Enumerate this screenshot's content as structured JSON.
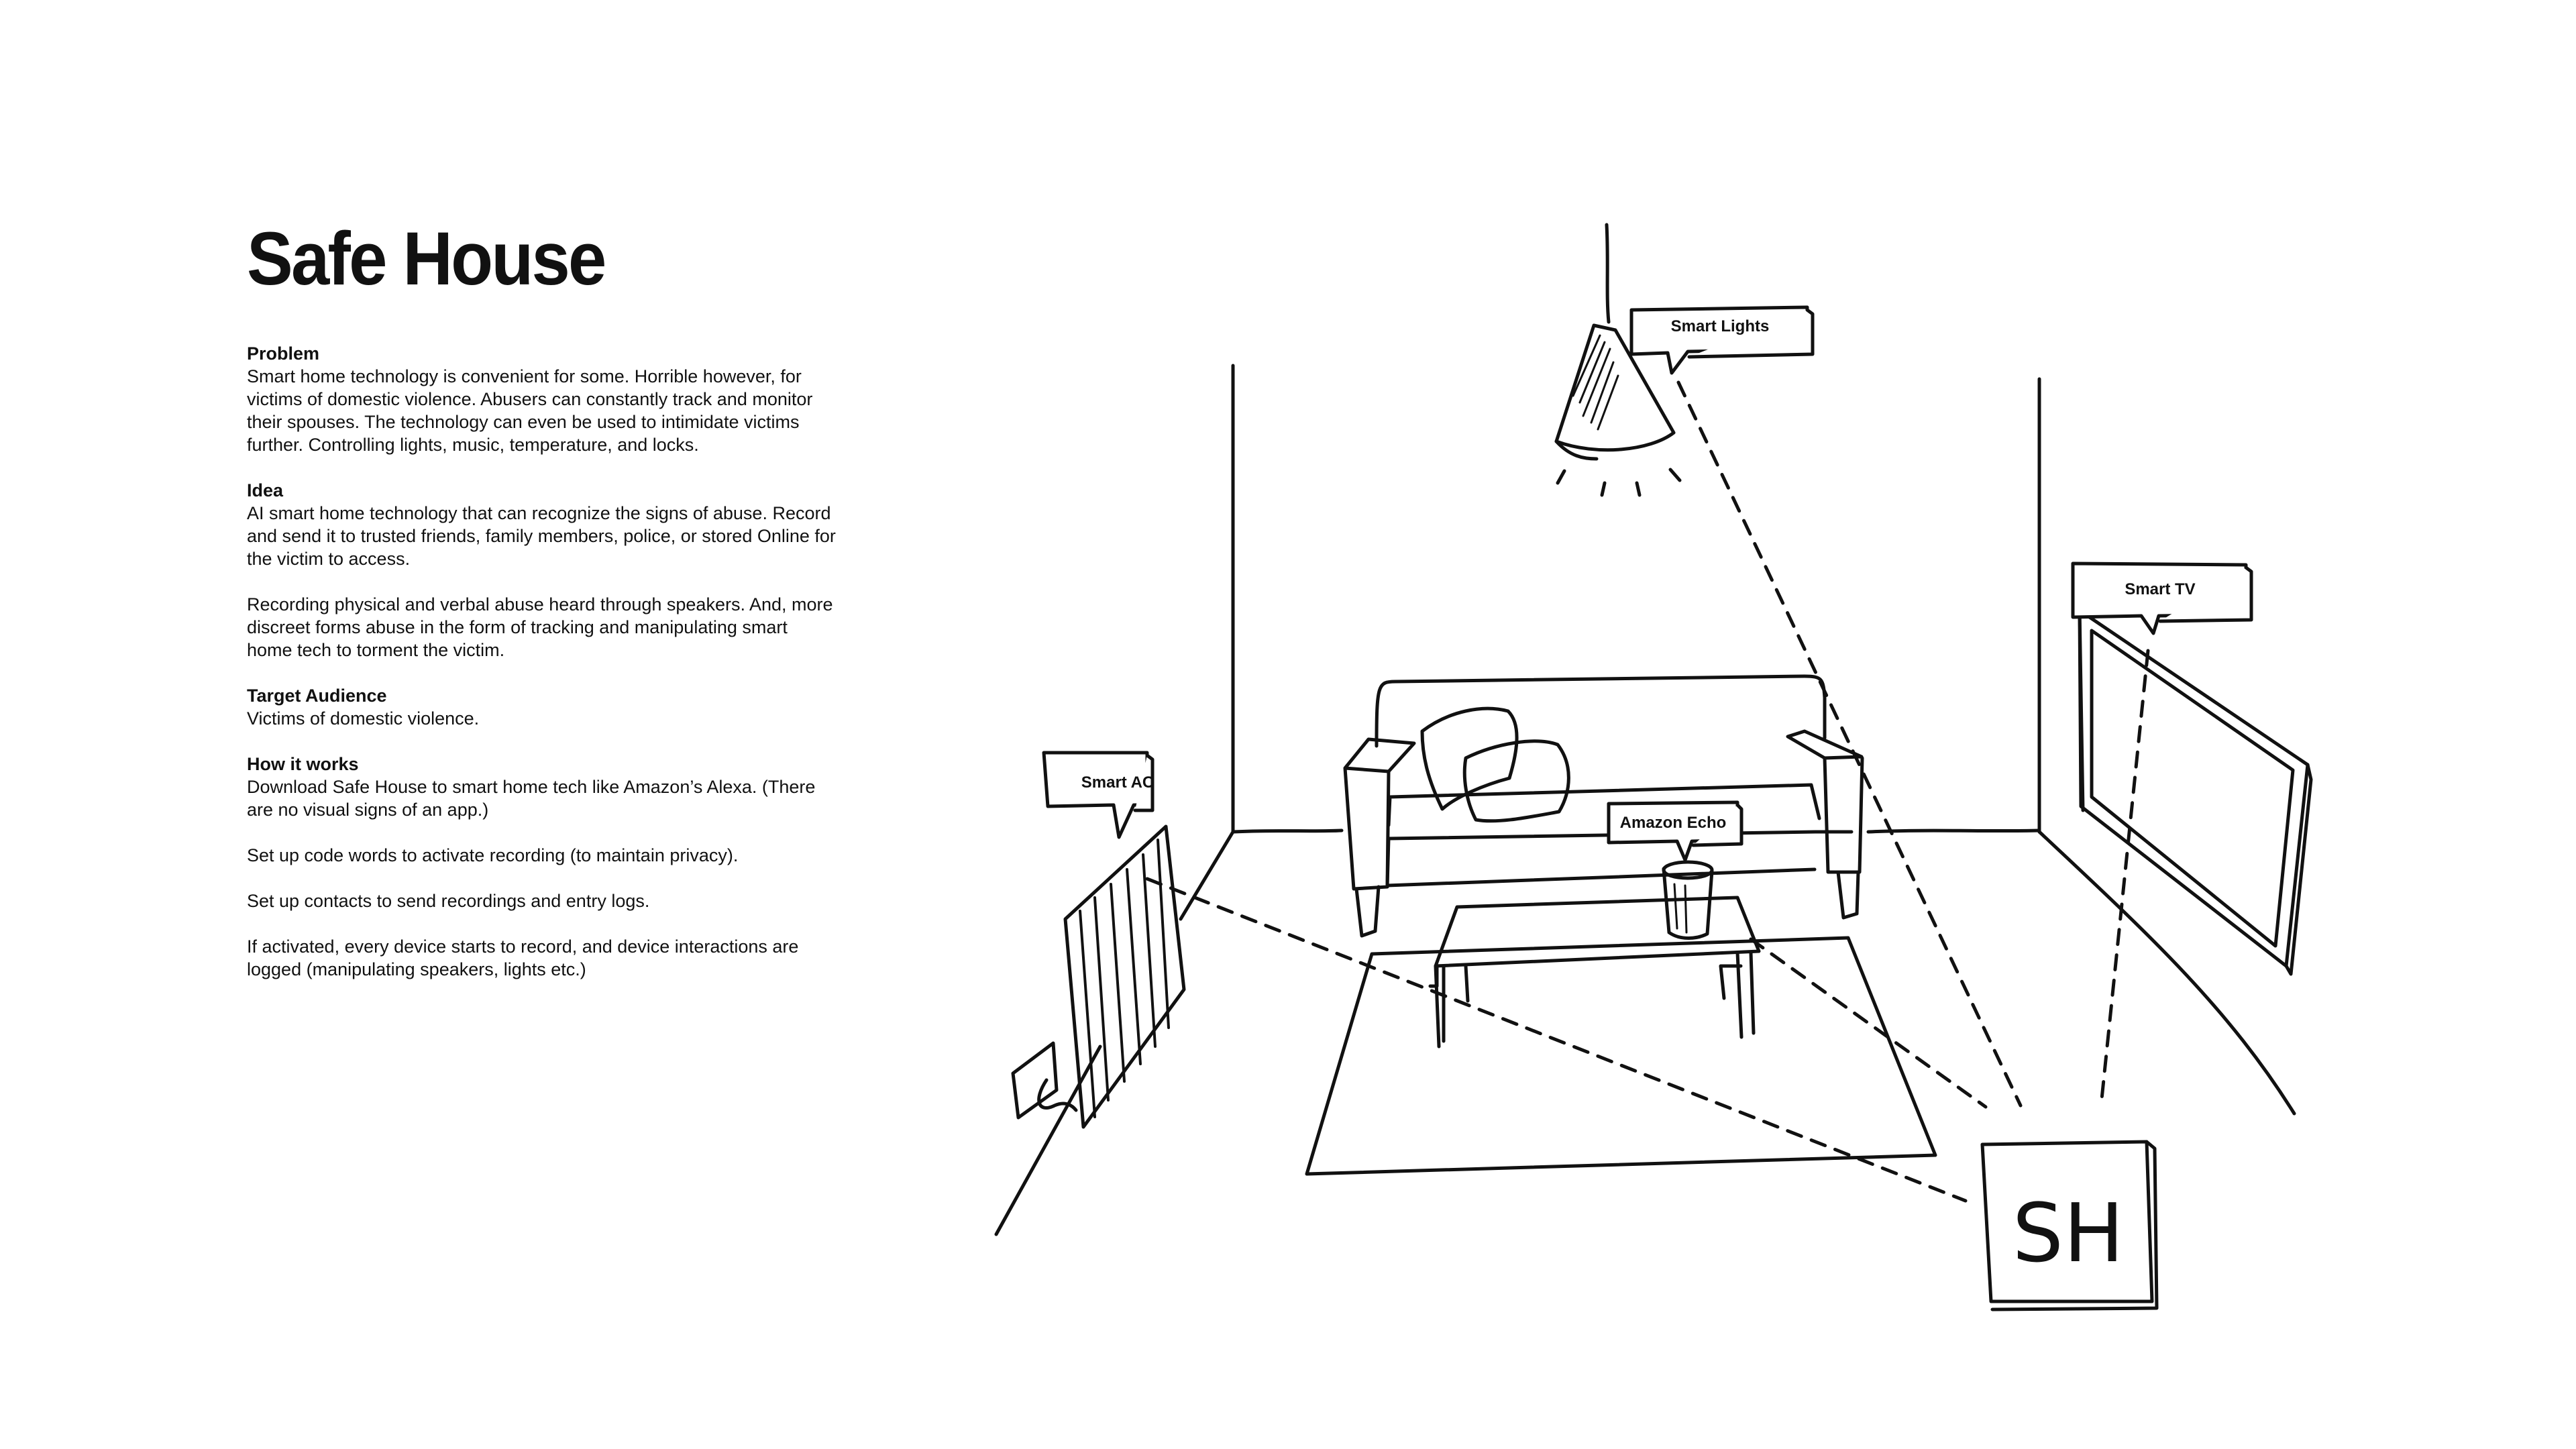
{
  "page": {
    "title": "Safe House"
  },
  "sections": [
    {
      "heading": "Problem",
      "paragraphs": [
        "Smart home technology is convenient for some. Horrible however, for victims of domestic violence. Abusers can constantly track and monitor their spouses. The technology can even be used to intimidate victims further. Controlling lights, music, temperature, and locks."
      ]
    },
    {
      "heading": "Idea",
      "paragraphs": [
        "AI smart home technology that can recognize the signs of abuse. Record and send it to trusted friends, family members, police, or stored Online for the victim to access.",
        "Recording physical and verbal abuse heard through speakers. And, more discreet forms abuse in the form of tracking and manipulating smart home tech to torment the victim."
      ]
    },
    {
      "heading": "Target Audience",
      "paragraphs": [
        "Victims of domestic violence."
      ]
    },
    {
      "heading": "How it works",
      "paragraphs": [
        "Download Safe House to smart home tech like Amazon’s Alexa. (There are no visual signs of an app.)",
        "Set up code words to activate recording (to maintain privacy).",
        "Set up contacts to send recordings and entry logs.",
        "If activated, every device starts to record, and device interactions are logged (manipulating speakers, lights etc.)"
      ]
    }
  ],
  "diagram": {
    "labels": {
      "smart_lights": "Smart Lights",
      "smart_tv": "Smart TV",
      "smart_ac": "Smart AC",
      "amazon_echo": "Amazon Echo",
      "hub": "SH"
    },
    "line_color": "#111111"
  }
}
